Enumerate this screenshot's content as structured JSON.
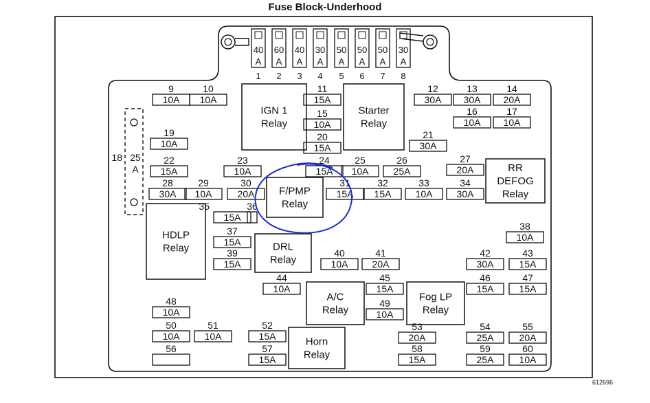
{
  "title": "Fuse Block-Underhood",
  "diagram_id": "612696",
  "top_fuses": [
    {
      "num": "1",
      "amp": "40",
      "unit": "A"
    },
    {
      "num": "2",
      "amp": "60",
      "unit": "A"
    },
    {
      "num": "3",
      "amp": "40",
      "unit": "A"
    },
    {
      "num": "4",
      "amp": "30",
      "unit": "A"
    },
    {
      "num": "5",
      "amp": "50",
      "unit": "A"
    },
    {
      "num": "6",
      "amp": "50",
      "unit": "A"
    },
    {
      "num": "7",
      "amp": "50",
      "unit": "A"
    },
    {
      "num": "8",
      "amp": "30",
      "unit": "A"
    }
  ],
  "fuses": [
    {
      "num": "9",
      "rating": "10A"
    },
    {
      "num": "10",
      "rating": "10A"
    },
    {
      "num": "11",
      "rating": "15A"
    },
    {
      "num": "12",
      "rating": "30A"
    },
    {
      "num": "13",
      "rating": "30A"
    },
    {
      "num": "14",
      "rating": "20A"
    },
    {
      "num": "15",
      "rating": "10A"
    },
    {
      "num": "16",
      "rating": "10A"
    },
    {
      "num": "17",
      "rating": "10A"
    },
    {
      "num": "19",
      "rating": "10A"
    },
    {
      "num": "20",
      "rating": "15A"
    },
    {
      "num": "21",
      "rating": "30A"
    },
    {
      "num": "22",
      "rating": "15A"
    },
    {
      "num": "23",
      "rating": "10A"
    },
    {
      "num": "24",
      "rating": "15A"
    },
    {
      "num": "25",
      "rating": "10A"
    },
    {
      "num": "26",
      "rating": "25A"
    },
    {
      "num": "27",
      "rating": "20A"
    },
    {
      "num": "28",
      "rating": "30A"
    },
    {
      "num": "29",
      "rating": "10A"
    },
    {
      "num": "30",
      "rating": "20A"
    },
    {
      "num": "31",
      "rating": "15A"
    },
    {
      "num": "32",
      "rating": "15A"
    },
    {
      "num": "33",
      "rating": "10A"
    },
    {
      "num": "34",
      "rating": "30A"
    },
    {
      "num": "35",
      "rating": "15A"
    },
    {
      "num": "36",
      "rating": ""
    },
    {
      "num": "37",
      "rating": "15A"
    },
    {
      "num": "38",
      "rating": "10A"
    },
    {
      "num": "39",
      "rating": "15A"
    },
    {
      "num": "40",
      "rating": "10A"
    },
    {
      "num": "41",
      "rating": "20A"
    },
    {
      "num": "42",
      "rating": "30A"
    },
    {
      "num": "43",
      "rating": "15A"
    },
    {
      "num": "44",
      "rating": "10A"
    },
    {
      "num": "45",
      "rating": "15A"
    },
    {
      "num": "46",
      "rating": "15A"
    },
    {
      "num": "47",
      "rating": "15A"
    },
    {
      "num": "48",
      "rating": "10A"
    },
    {
      "num": "49",
      "rating": "10A"
    },
    {
      "num": "50",
      "rating": "10A"
    },
    {
      "num": "51",
      "rating": "10A"
    },
    {
      "num": "52",
      "rating": "15A"
    },
    {
      "num": "53",
      "rating": "20A"
    },
    {
      "num": "54",
      "rating": "25A"
    },
    {
      "num": "55",
      "rating": "20A"
    },
    {
      "num": "56",
      "rating": ""
    },
    {
      "num": "57",
      "rating": "15A"
    },
    {
      "num": "58",
      "rating": "15A"
    },
    {
      "num": "59",
      "rating": "25A"
    },
    {
      "num": "60",
      "rating": "10A"
    }
  ],
  "side_fuse": {
    "num": "18",
    "amp": "25",
    "unit": "A"
  },
  "relays": [
    {
      "id": "ign1",
      "lines": [
        "IGN 1",
        "Relay"
      ]
    },
    {
      "id": "starter",
      "lines": [
        "Starter",
        "Relay"
      ]
    },
    {
      "id": "rr-defog",
      "lines": [
        "RR",
        "DEFOG",
        "Relay"
      ]
    },
    {
      "id": "fpmp",
      "lines": [
        "F/PMP",
        "Relay"
      ]
    },
    {
      "id": "hdlp",
      "lines": [
        "HDLP",
        "Relay"
      ]
    },
    {
      "id": "drl",
      "lines": [
        "DRL",
        "Relay"
      ]
    },
    {
      "id": "ac",
      "lines": [
        "A/C",
        "Relay"
      ]
    },
    {
      "id": "fog-lp",
      "lines": [
        "Fog LP",
        "Relay"
      ]
    },
    {
      "id": "horn",
      "lines": [
        "Horn",
        "Relay"
      ]
    }
  ],
  "colors": {
    "ink": "#111111",
    "annotation": "#1a2fd6",
    "background": "#ffffff"
  }
}
